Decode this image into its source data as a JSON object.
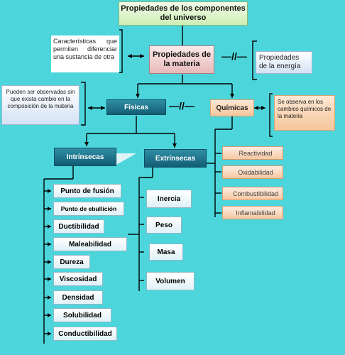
{
  "root": {
    "title": "Propiedades de los componentes del universo"
  },
  "materia": {
    "label": "Propiedades de la materia"
  },
  "caracteristicas": {
    "text": "Características que permiten diferenciar una sustancia de otra"
  },
  "energia": {
    "label": "Propiedades de la energía"
  },
  "neq": {
    "symbol": "—//—"
  },
  "fisicas": {
    "label": "Físicas",
    "note": "Pueden ser observadas sin que exista cambio en la composición de la materia"
  },
  "quimicas": {
    "label": "Químicas",
    "note": "Se observa en los cambios químicos de la materia",
    "items": [
      "Reactividad",
      "Oxidabilidad",
      "Combustibilidad",
      "Inflamabilidad"
    ]
  },
  "intrinsecas": {
    "label": "Intrínsecas",
    "items": [
      "Punto de fusión",
      "Punto de ebullición",
      "Ductibilidad",
      "Maleabilidad",
      "Dureza",
      "Viscosidad",
      "Densidad",
      "Solubilidad",
      "Conductibilidad"
    ]
  },
  "extrinsecas": {
    "label": "Extrínsecas",
    "items": [
      "Inercia",
      "Peso",
      "Masa",
      "Volumen"
    ]
  }
}
